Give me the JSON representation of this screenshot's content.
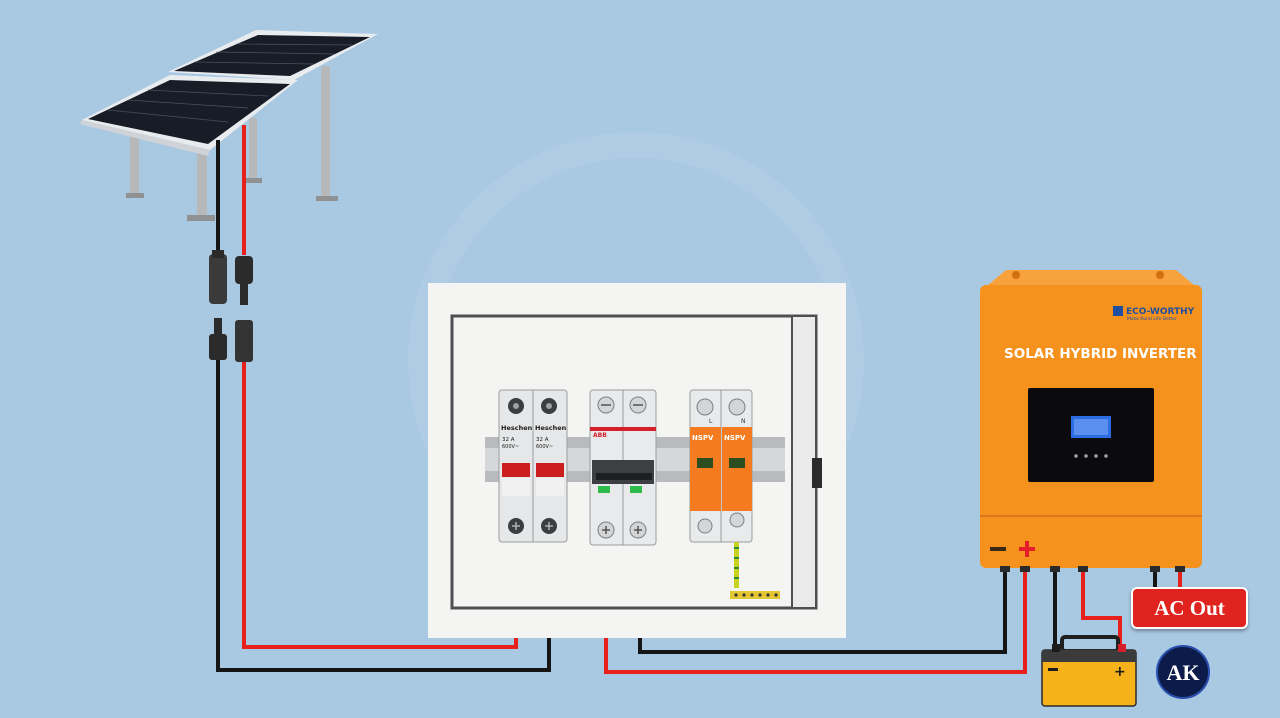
{
  "inverter": {
    "brand": "ECO-WORTHY",
    "tagline": "Make Rural Life Better",
    "title": "SOLAR HYBRID INVERTER"
  },
  "combiner_box": {
    "fuse_brand": "Heschen",
    "fuse_rating": "32 A",
    "fuse_voltage": "600V~",
    "breaker_brand": "ABB",
    "spd_brand": "NSPV",
    "spd_terminal_left": "L",
    "spd_terminal_right": "N"
  },
  "ac_output": {
    "label": "AC Out"
  },
  "battery": {
    "minus": "-",
    "plus": "+"
  },
  "logo": {
    "text": "AK"
  },
  "colors": {
    "background": "#a9c8e2",
    "positive_wire": "#e8201c",
    "negative_wire": "#151515",
    "inverter_body": "#f5921e",
    "spd_body": "#f47b20",
    "battery_body": "#f6b21b"
  }
}
